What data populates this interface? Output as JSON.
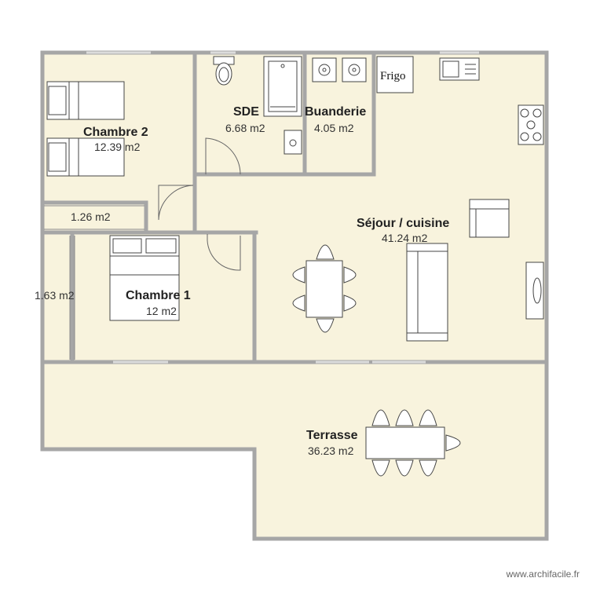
{
  "rooms": [
    {
      "id": "chambre-2",
      "name": "Chambre 2",
      "area": "12.39 m2"
    },
    {
      "id": "sde",
      "name": "SDE",
      "area": "6.68 m2"
    },
    {
      "id": "buanderie",
      "name": "Buanderie",
      "area": "4.05 m2"
    },
    {
      "id": "sejour",
      "name": "Séjour / cuisine",
      "area": "41.24 m2"
    },
    {
      "id": "placard-1",
      "name": "",
      "area": "1.26 m2"
    },
    {
      "id": "placard-2",
      "name": "",
      "area": "1.63 m2"
    },
    {
      "id": "chambre-1",
      "name": "Chambre 1",
      "area": "12 m2"
    },
    {
      "id": "terrasse",
      "name": "Terrasse",
      "area": "36.23 m2"
    }
  ],
  "fixtures": {
    "fridge_label": "Frigo"
  },
  "watermark": "www.archifacile.fr",
  "colors": {
    "floor": "#f8f3dd",
    "wall": "#a6a6a6",
    "furniture_fill": "#ffffff",
    "furniture_stroke": "#444444"
  }
}
